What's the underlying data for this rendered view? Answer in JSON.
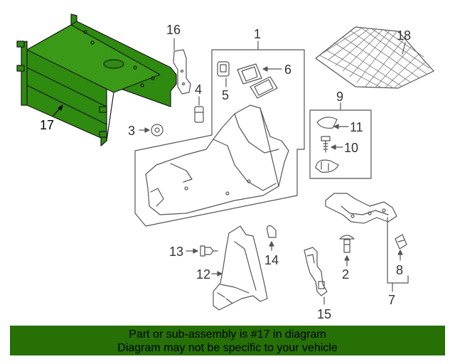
{
  "colors": {
    "highlight": "#2f8a10",
    "line": "#555555",
    "banner": "#267006"
  },
  "callouts": {
    "c1": "1",
    "c2": "2",
    "c3": "3",
    "c4": "4",
    "c5": "5",
    "c6": "6",
    "c7": "7",
    "c8": "8",
    "c9": "9",
    "c10": "10",
    "c11": "11",
    "c12": "12",
    "c13": "13",
    "c14": "14",
    "c15": "15",
    "c16": "16",
    "c17": "17",
    "c18": "18"
  },
  "banner": {
    "line1": "Part or sub-assembly is #17 in diagram",
    "line2": "Diagram may not be specific to your vehicle"
  }
}
